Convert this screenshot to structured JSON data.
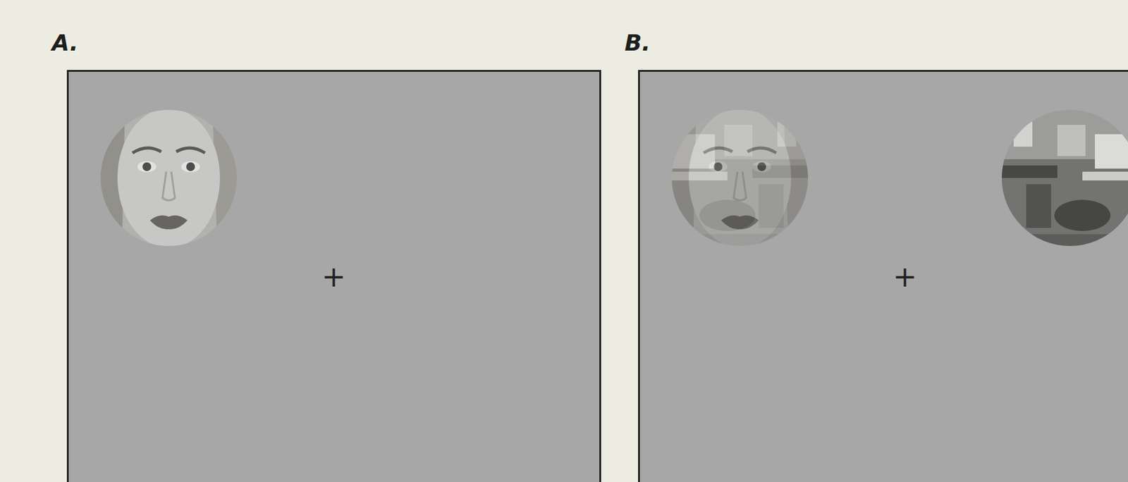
{
  "diagram": {
    "nodes": [
      {
        "text": [
          "A.",
          "+"
        ]
      },
      {
        "text": [
          "B.",
          "+"
        ]
      }
    ]
  }
}
